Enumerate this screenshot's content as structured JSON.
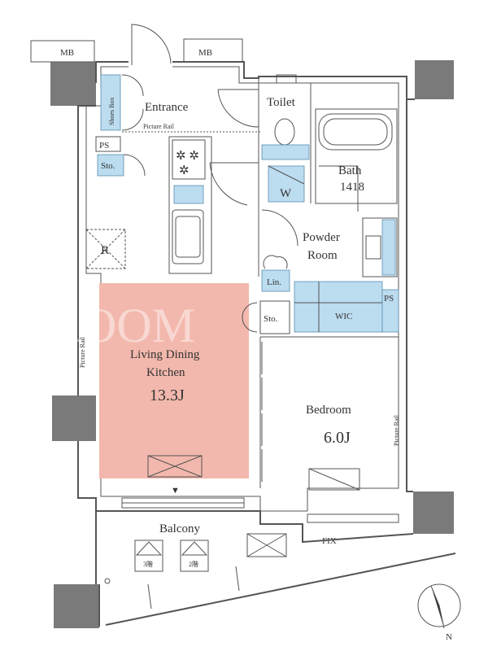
{
  "rooms": {
    "mb_left": "MB",
    "mb_right": "MB",
    "shoes_box": "Shoes Box",
    "entrance": "Entrance",
    "picture_rail_entrance": "Picture Rail",
    "ps_top": "PS",
    "sto_top": "Sto.",
    "toilet": "Toilet",
    "bath": "Bath",
    "bath_size": "1418",
    "w_machine": "W",
    "refrigerator": "R",
    "powder_room_1": "Powder",
    "powder_room_2": "Room",
    "lin": "Lin.",
    "sto_mid": "Sto.",
    "wic": "WIC",
    "ps_right": "PS",
    "ldk_1": "Living Dining",
    "ldk_2": "Kitchen",
    "ldk_size": "13.3J",
    "picture_rail_ldk": "Picture Rail",
    "bedroom": "Bedroom",
    "bedroom_size": "6.0J",
    "picture_rail_bedroom": "Picture Rail",
    "balcony": "Balcony",
    "hatch_3f": "3階",
    "hatch_2f": "2階",
    "fix": "FIX",
    "north": "N"
  },
  "watermark": "ROOM",
  "colors": {
    "ldk_fill": "#f3b8ad",
    "wet_fill": "#bcdcef",
    "wall": "#7a7a7a",
    "line": "#555555"
  }
}
